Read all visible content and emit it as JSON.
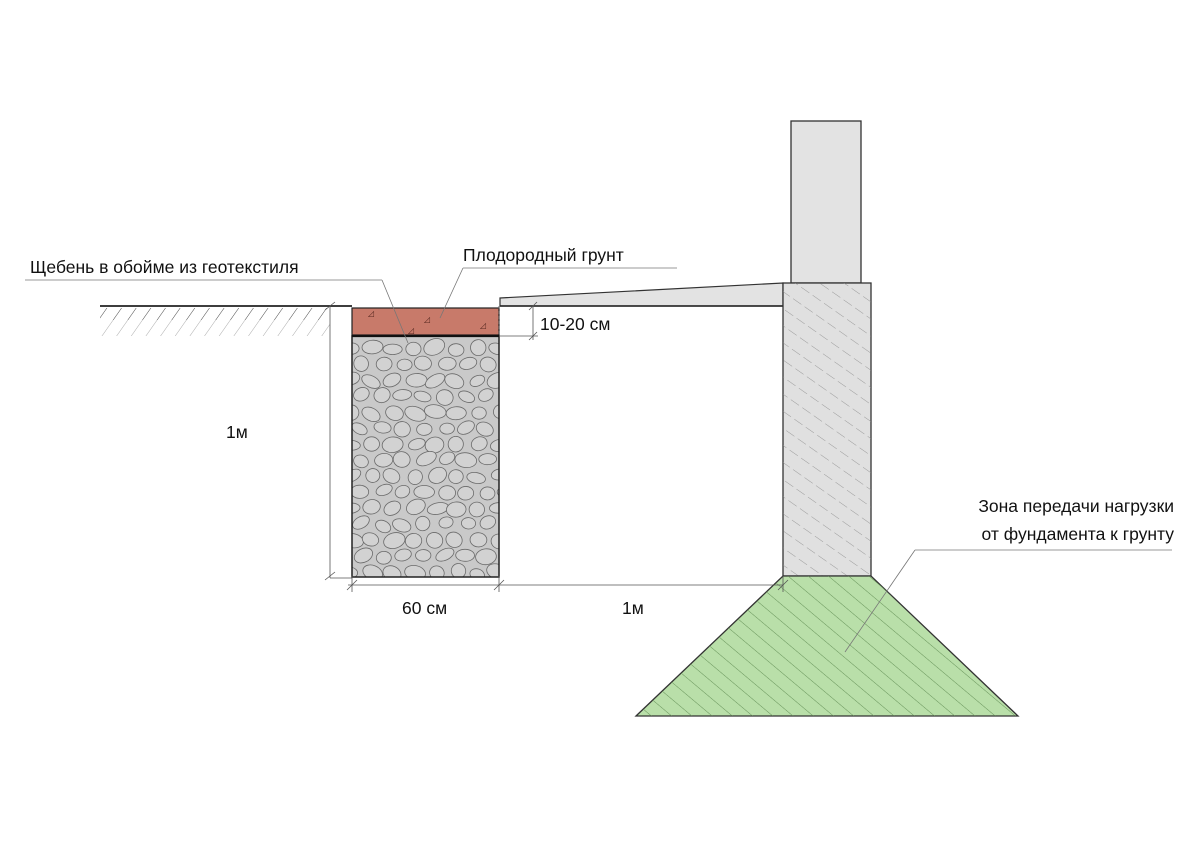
{
  "labels": {
    "gravel_in_geotextile": "Щебень в обойме из геотекстиля",
    "fertile_soil": "Плодородный грунт",
    "layer_thickness": "10-20 см",
    "trench_depth": "1м",
    "trench_width": "60 см",
    "distance_to_foundation": "1м",
    "load_zone_line1": "Зона передачи нагрузки",
    "load_zone_line2": "от фундамента к грунту"
  },
  "colors": {
    "fertile_soil": "#c87a6a",
    "gravel_fill": "#c9c9c9",
    "gravel_stones": "#d2d2d2",
    "foundation": "#e0e0e0",
    "wall": "#e3e3e3",
    "load_zone": "#b9dfa9",
    "line": "#222222"
  }
}
